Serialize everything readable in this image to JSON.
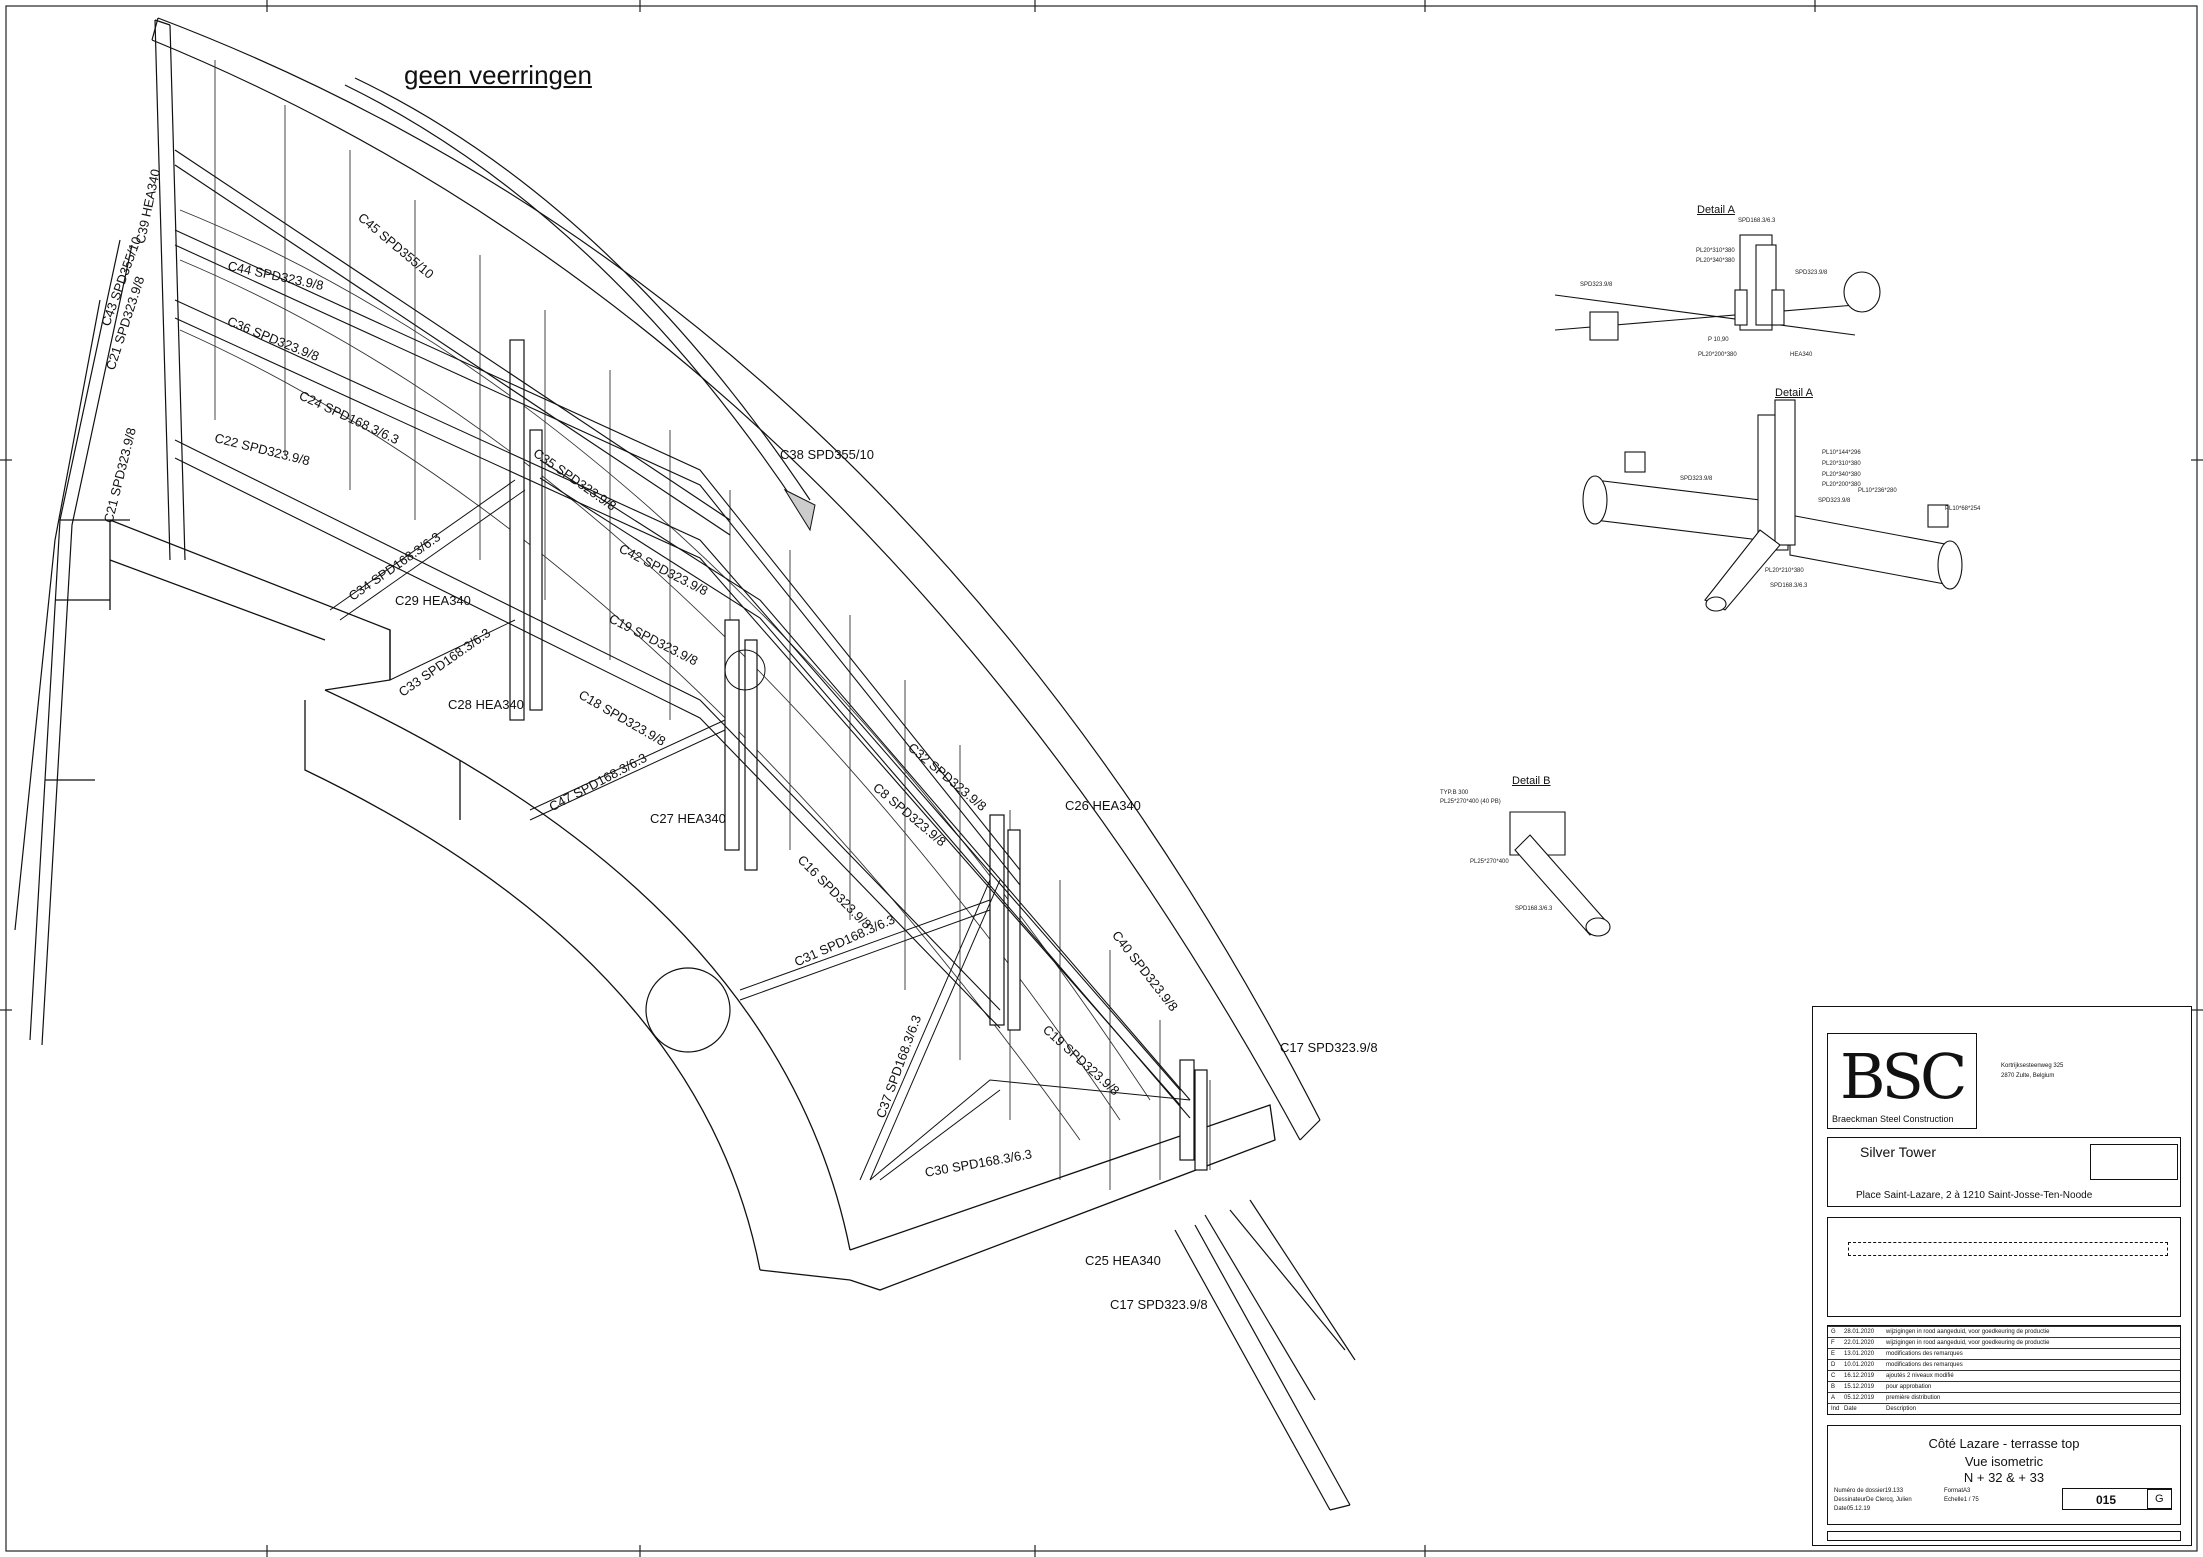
{
  "note": {
    "text": "geen veerringen"
  },
  "members": [
    {
      "id": "c39",
      "text": "C39 HEA340"
    },
    {
      "id": "c45",
      "text": "C45 SPD355/10"
    },
    {
      "id": "c44",
      "text": "C44 SPD323.9/8"
    },
    {
      "id": "c43",
      "text": "C43 SPD355/10"
    },
    {
      "id": "c36",
      "text": "C36 SPD323.9/8"
    },
    {
      "id": "c24",
      "text": "C24 SPD168.3/6.3"
    },
    {
      "id": "c21a",
      "text": "C21 SPD323.9/8"
    },
    {
      "id": "c22",
      "text": "C22 SPD323.9/8"
    },
    {
      "id": "c21b",
      "text": "C21 SPD323.9/8"
    },
    {
      "id": "c38",
      "text": "C38 SPD355/10"
    },
    {
      "id": "c35",
      "text": "C35 SPD323.9/8"
    },
    {
      "id": "c34",
      "text": "C34 SPD168.3/6.3"
    },
    {
      "id": "c42",
      "text": "C42 SPD323.9/8"
    },
    {
      "id": "c29",
      "text": "C29 HEA340"
    },
    {
      "id": "c19",
      "text": "C19 SPD323.9/8"
    },
    {
      "id": "c33",
      "text": "C33 SPD168.3/6.3"
    },
    {
      "id": "c28",
      "text": "C28 HEA340"
    },
    {
      "id": "c18",
      "text": "C18 SPD323.9/8"
    },
    {
      "id": "c32",
      "text": "C32 SPD323.9/8"
    },
    {
      "id": "c47",
      "text": "C47 SPD168.3/6.3"
    },
    {
      "id": "c8",
      "text": "C8 SPD323.9/8"
    },
    {
      "id": "c27",
      "text": "C27 HEA340"
    },
    {
      "id": "c26",
      "text": "C26 HEA340"
    },
    {
      "id": "c16",
      "text": "C16 SPD323.9/8"
    },
    {
      "id": "c31",
      "text": "C31 SPD168.3/6.3"
    },
    {
      "id": "c40",
      "text": "C40 SPD323.9/8"
    },
    {
      "id": "c19b",
      "text": "C19 SPD323.9/8"
    },
    {
      "id": "c17a",
      "text": "C17 SPD323.9/8"
    },
    {
      "id": "c37",
      "text": "C37 SPD168.3/6.3"
    },
    {
      "id": "c30",
      "text": "C30 SPD168.3/6.3"
    },
    {
      "id": "c25",
      "text": "C25 HEA340"
    },
    {
      "id": "c17b",
      "text": "C17 SPD323.9/8"
    }
  ],
  "details": {
    "a1": {
      "title": "Detail A",
      "labels": [
        "SPD168.3/6.3",
        "PL20*310*380",
        "PL20*340*380",
        "SPD323.9/8",
        "SPD323.9/8",
        "P 10,90",
        "HEA340",
        "PL20*200*380"
      ]
    },
    "a2": {
      "title": "Detail A",
      "labels": [
        "PL10*144*296",
        "PL20*310*380",
        "PL20*340*380",
        "PL10*236*280",
        "PL20*200*380",
        "PL10*68*254",
        "SPD323.9/8",
        "SPD323.9/8",
        "SPD168.3/6.3",
        "PL20*210*380"
      ]
    },
    "b": {
      "title": "Detail B",
      "labels": [
        "TYP.B 300",
        "PL25*270*400 (40 PB)",
        "PL25*270*400",
        "SPD168.3/6.3"
      ]
    }
  },
  "title_block": {
    "company": "Braeckman Steel Construction",
    "logo": "BSC",
    "address_line1": "Kortrijksesteenweg 325",
    "address_line2": "2870 Zulte, Belgium",
    "project": "Silver Tower",
    "address": "Place Saint-Lazare, 2 à 1210 Saint-Josse-Ten-Noode",
    "revisions": [
      {
        "rev": "G",
        "date": "28.01.2020",
        "desc": "wijzigingen in rood aangeduid, voor goedkeuring de productie"
      },
      {
        "rev": "F",
        "date": "22.01.2020",
        "desc": "wijzigingen in rood aangeduid, voor goedkeuring de productie"
      },
      {
        "rev": "E",
        "date": "13.01.2020",
        "desc": "modifications des remarques"
      },
      {
        "rev": "D",
        "date": "10.01.2020",
        "desc": "modifications des remarques"
      },
      {
        "rev": "C",
        "date": "16.12.2019",
        "desc": "ajoutés 2 niveaux modifié"
      },
      {
        "rev": "B",
        "date": "15.12.2019",
        "desc": "pour approbation"
      },
      {
        "rev": "A",
        "date": "05.12.2019",
        "desc": "première distribution"
      },
      {
        "rev": "Ind",
        "date": "Date",
        "desc": "Description"
      }
    ],
    "drawing_title_1": "Côté Lazare - terrasse top",
    "drawing_title_2": "Vue isometric",
    "drawing_title_3": "N + 32 & + 33",
    "sheet_number": "015",
    "sheet_rev": "G",
    "meta": [
      {
        "k": "Numéro de dossier",
        "v": "19.133"
      },
      {
        "k": "Dessinateur",
        "v": "De Clercq, Julien"
      },
      {
        "k": "Date",
        "v": "05.12.19"
      },
      {
        "k": "Format",
        "v": "A3"
      },
      {
        "k": "Echelle",
        "v": "1 / 75"
      }
    ]
  }
}
